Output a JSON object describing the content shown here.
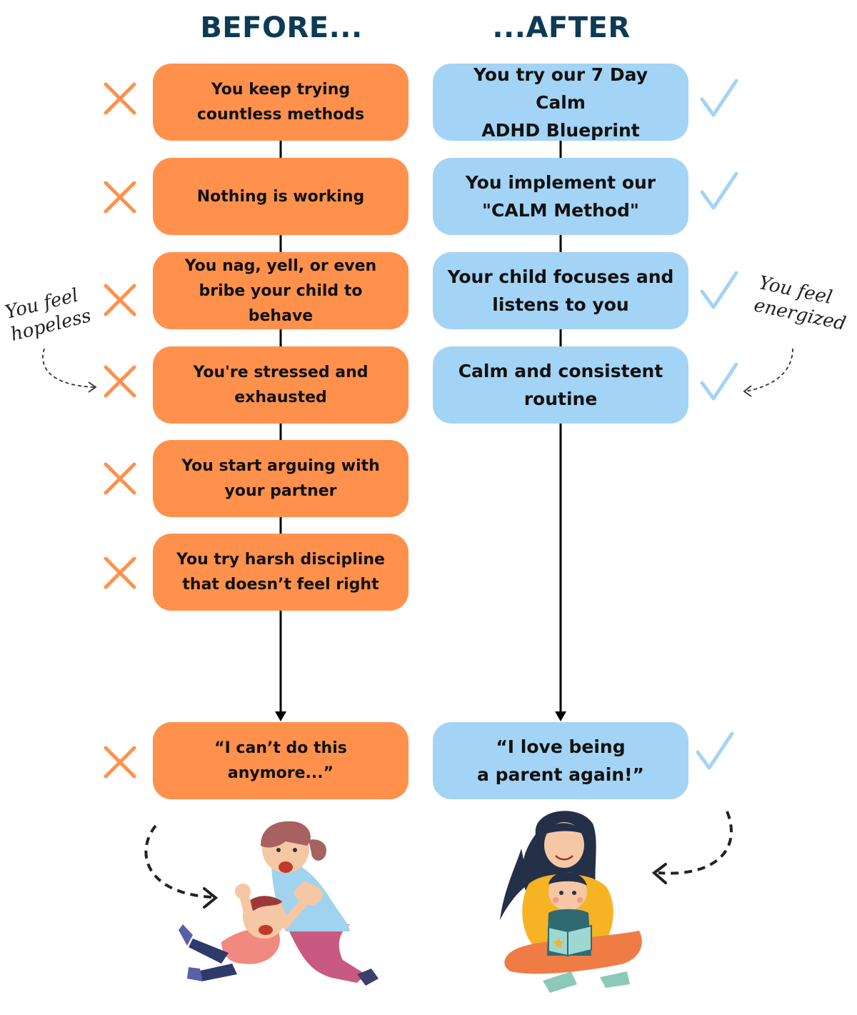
{
  "headings": {
    "before": "BEFORE...",
    "after": "...AFTER"
  },
  "before_steps": [
    "You keep trying\ncountless methods",
    "Nothing is working",
    "You nag, yell, or even\nbribe your child to behave",
    "You're stressed and\nexhausted",
    "You start arguing with\nyour partner",
    "You try harsh  discipline\nthat doesn’t feel right"
  ],
  "before_result": "“I can’t do this\nanymore...”",
  "after_steps": [
    "You try our 7 Day Calm\nADHD Blueprint",
    "You implement our\n\"CALM Method\"",
    "Your child focuses and\nlistens to you",
    "Calm and consistent\nroutine"
  ],
  "after_result": "“I love being\na parent again!”",
  "notes": {
    "left": "You feel\nhopeless",
    "right": "You feel\nenergized"
  },
  "colors": {
    "before_box": "#ff914d",
    "after_box": "#a3d4f5",
    "heading": "#0d3a55",
    "cross": "#ff914d",
    "check": "#a3d4f5"
  },
  "icons": {
    "negative": "cross-icon",
    "positive": "check-icon"
  }
}
